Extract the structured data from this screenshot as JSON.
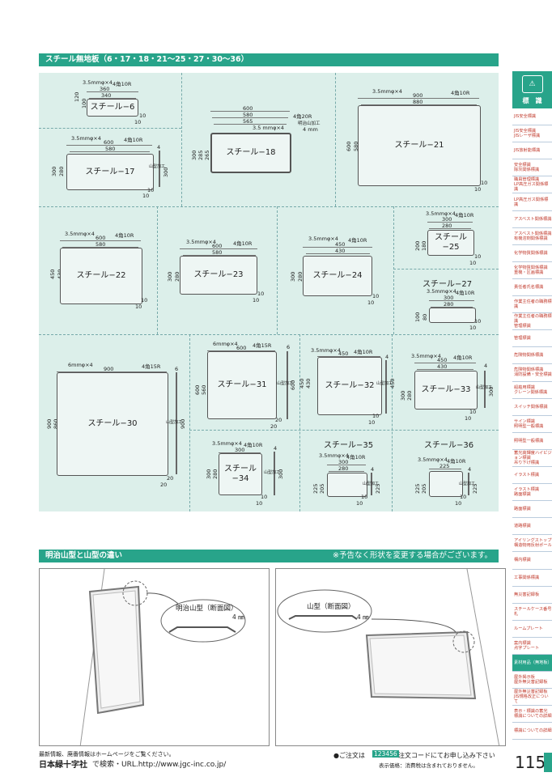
{
  "section1_title": "スチール無地板（6・17・18・21〜25・27・30〜36）",
  "section2_title": "明治山型と山型の違い",
  "notice": "※予告なく形状を変更する場合がございます。",
  "cells": {
    "s6": {
      "name": "スチール−6",
      "hole": "3.5mmφ×4",
      "corner": "4角10R",
      "w1": "360",
      "w2": "340",
      "h1": "120",
      "h2": "100",
      "e1": "10",
      "e2": "10"
    },
    "s17": {
      "name": "スチール−17",
      "hole": "3.5mmφ×4",
      "corner": "4角10R",
      "w1": "600",
      "w2": "580",
      "h1": "300",
      "h2": "280",
      "side": "300",
      "thick": "4",
      "fold": "山型加工",
      "e1": "10",
      "e2": "10"
    },
    "s18": {
      "name": "スチール−18",
      "hole": "3.5 mmφ×4",
      "corner": "4角20R",
      "fold": "明治山加工",
      "thick": "4 mm",
      "w1": "600",
      "w2": "580",
      "w3": "565",
      "h1": "300",
      "h2": "285",
      "h3": "265"
    },
    "s21": {
      "name": "スチール−21",
      "hole": "3.5mmφ×4",
      "corner": "4角10R",
      "w1": "900",
      "w2": "880",
      "h1": "600",
      "h2": "580",
      "e1": "10",
      "e2": "10"
    },
    "s22": {
      "name": "スチール−22",
      "hole": "3.5mmφ×4",
      "corner": "4角10R",
      "w1": "600",
      "w2": "580",
      "h1": "450",
      "h2": "430",
      "e1": "10",
      "e2": "10"
    },
    "s23": {
      "name": "スチール−23",
      "hole": "3.5mmφ×4",
      "corner": "4角10R",
      "w1": "600",
      "w2": "580",
      "h1": "300",
      "h2": "280",
      "e1": "10",
      "e2": "10"
    },
    "s24": {
      "name": "スチール−24",
      "hole": "3.5mmφ×4",
      "corner": "4角10R",
      "w1": "450",
      "w2": "430",
      "h1": "300",
      "h2": "280",
      "e1": "10",
      "e2": "10"
    },
    "s25": {
      "name": "スチール\n−25",
      "hole": "3.5mmφ×4",
      "corner": "4角10R",
      "w1": "300",
      "w2": "280",
      "h1": "200",
      "h2": "180",
      "e1": "10",
      "e2": "10"
    },
    "s27": {
      "name": "スチール−27",
      "hole": "3.5mmφ×4",
      "corner": "4角10R",
      "w1": "300",
      "w2": "280",
      "h1": "100",
      "h2": "80",
      "e1": "10",
      "e2": "10"
    },
    "s30": {
      "name": "スチール−30",
      "hole": "6mmφ×4",
      "corner": "4角15R",
      "w1": "900",
      "h1": "900",
      "h2": "860",
      "side": "900",
      "thick": "6",
      "fold": "山型加工",
      "e1": "20",
      "e2": "20"
    },
    "s31": {
      "name": "スチール−31",
      "hole": "6mmφ×4",
      "corner": "4角15R",
      "w1": "600",
      "h1": "600",
      "h2": "560",
      "side": "600",
      "thick": "6",
      "fold": "山型加工",
      "e1": "20",
      "e2": "20"
    },
    "s32": {
      "name": "スチール−32",
      "hole": "3.5mmφ×4",
      "corner": "4角10R",
      "w1": "450",
      "h1": "450",
      "h2": "430",
      "side": "450",
      "thick": "4",
      "fold": "山型加工",
      "e1": "10",
      "e2": "10"
    },
    "s33": {
      "name": "スチール−33",
      "hole": "3.5mmφ×4",
      "corner": "4角10R",
      "w1": "450",
      "w2": "430",
      "h1": "300",
      "h2": "280",
      "side": "300",
      "thick": "4",
      "fold": "山型加工",
      "e1": "10",
      "e2": "10"
    },
    "s34": {
      "name": "スチール\n−34",
      "hole": "3.5mmφ×4",
      "corner": "4角10R",
      "w1": "300",
      "h1": "300",
      "h2": "280",
      "side": "300",
      "thick": "4",
      "fold": "山型加工",
      "e1": "10",
      "e2": "10"
    },
    "s35": {
      "name": "スチール−35",
      "hole": "3.5mmφ×4",
      "corner": "4角10R",
      "w1": "300",
      "w2": "280",
      "h1": "225",
      "h2": "205",
      "side": "225",
      "thick": "4",
      "fold": "山型加工",
      "e1": "10",
      "e2": "10"
    },
    "s36": {
      "name": "スチール−36",
      "hole": "3.5mmφ×4",
      "corner": "4角10R",
      "w1": "225",
      "h1": "225",
      "h2": "205",
      "side": "225",
      "thick": "4",
      "fold": "山型加工",
      "e1": "10",
      "e2": "10"
    }
  },
  "panel_left": {
    "label": "明治山型（断面図）",
    "thick": "4 ㎜"
  },
  "panel_right": {
    "label": "山型（断面図）",
    "thick": "4 ㎜"
  },
  "sidebar": {
    "header": "標　識",
    "items": [
      "JIS安全標識",
      "JIS安全標識\nJISレーザ標識",
      "JIS放射能標識",
      "安全標識\n除灰関係標識",
      "職員管理標識\nLP高圧ガス関係標識",
      "LP高圧ガス関係標識",
      "アスベスト関係標識",
      "アスベスト関係標識\n有機溶剤関係標識",
      "化学物質関係標識",
      "化学物質関係標識\n重機・区画標識",
      "責任者氏名標識",
      "作業主任者の職務標識",
      "作業主任者の職務標識\n管理標識",
      "管理標識",
      "危険物関係標識",
      "危険物関係標識\n消防設備・安全標識",
      "船舶用標識\nクレーン関係標識",
      "スイッチ関係標識",
      "サイン標識\n照明型一般標識",
      "照明型一般標識",
      "蓄光高輝度ハイビジョン標識\n吊り下げ標識",
      "イラスト標識",
      "イラスト標識\n路面標識",
      "路面標識",
      "道路標識",
      "アイリングストップ\n構造物用反射ポール",
      "構内標識",
      "工事関係標識",
      "無災害記録板",
      "スチールケース番号札",
      "ルームプレート",
      "案内標識\n点字プレート",
      "素材用品（無地板）",
      "屋外掲示板\n屋外無災害記録板",
      "屋外無災害記録板\nJIS規格改正について",
      "表示・標識の蓄光\n標識についての詳細",
      "標識についての詳細"
    ]
  },
  "footer": {
    "line1": "最新情報、廃番情報はホームページをご覧ください。",
    "company": "日本緑十字社",
    "search": "で検索・URL.http://www.jgc-inc.co.jp/",
    "order_prefix": "●ご注文は",
    "order_code": "123456",
    "order_suffix": "注文コードにてお申し込み下さい",
    "price_note": "表示価格：消費税は含まれておりません。",
    "page": "115"
  }
}
